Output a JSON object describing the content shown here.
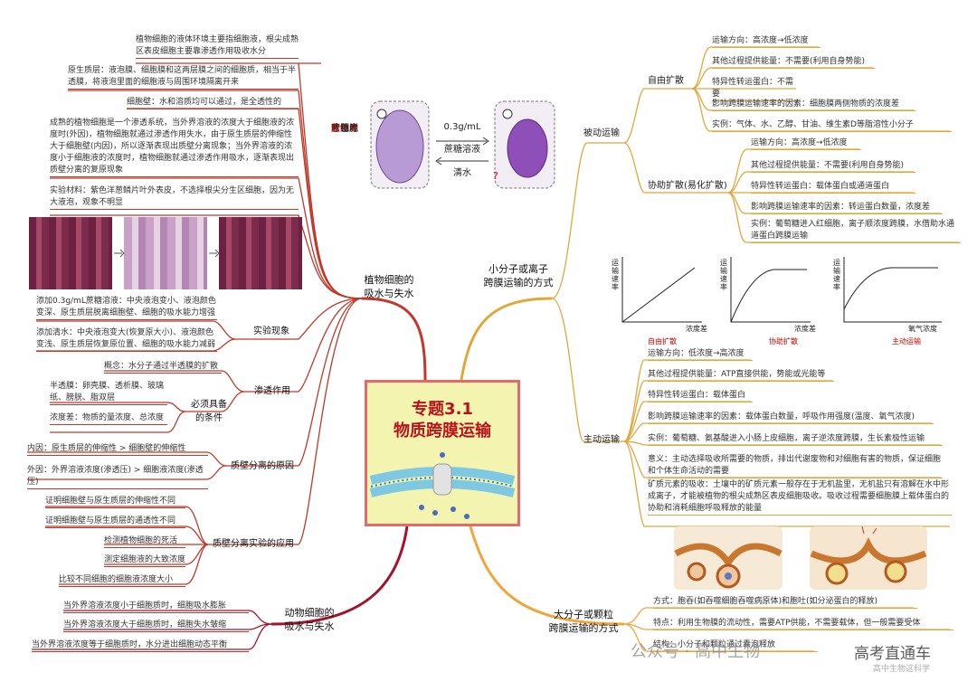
{
  "center": {
    "line1": "专题3.1",
    "line2": "物质跨膜运输"
  },
  "plant": {
    "label_a": "植物细胞的",
    "label_b": "吸水与失水",
    "notes": [
      "植物细胞的液体环境主要指细胞液，根尖成熟区表皮细胞主要靠渗透作用吸收水分",
      "原生质层：液泡膜、细胞膜和这两层膜之间的细胞质，相当于半透膜，将液泡里面的细胞液与周围环境隔离开来",
      "细胞壁：水和溶质均可以通过，是全透性的",
      "成熟的植物细胞是一个渗透系统，当外界溶液的浓度大于细胞液的浓度时(外因)，植物细胞就通过渗透作用失水，由于原生质层的伸缩性大于细胞壁(内因)，所以逐渐表现出质壁分离现象；当外界溶液的浓度小于细胞液的浓度时，植物细胞就通过渗透作用吸水，逐渐表现出质壁分离的复原现象",
      "实验材料：紫色洋葱鳞片叶外表皮，不选择根尖分生区细胞，因为无大液泡，观象不明显"
    ],
    "diagram": {
      "cell_caption": [
        "紫色洋",
        "葱鳞片",
        "叶",
        "外表",
        "皮",
        "细胞"
      ],
      "conc": "0.3g/mL",
      "solution": "蔗糖溶液",
      "water": "清水",
      "question": "?"
    },
    "experiment": {
      "label": "实验现象",
      "items": [
        "添加0.3g/mL蔗糖溶液：中央液泡变小、液泡颜色变深、原生质层脱离细胞壁、细胞的吸水能力增强",
        "添加清水：中央液泡变大(恢复原大小)、液泡颜色变浅、原生质层恢复原位置、细胞的吸水能力减弱"
      ]
    },
    "osmosis": {
      "label": "渗透作用",
      "concept": "概念：水分子通过半透膜的扩散",
      "conditions_label_a": "必须具备",
      "conditions_label_b": "的条件",
      "conditions": [
        "半透膜：卵壳膜、透析膜、玻璃纸、膀胱、脂双层",
        "浓度差：物质的量浓度、总浓度"
      ]
    },
    "reasons": {
      "label": "质壁分离的原因",
      "items": [
        "内因：原生质层的伸缩性 > 细胞壁的伸缩性",
        "外因：外界溶液浓度(渗透压) > 细胞液浓度(渗透压)"
      ]
    },
    "applications": {
      "label": "质壁分离实验的应用",
      "items": [
        "证明细胞壁与原生质层的伸缩性不同",
        "证明细胞壁与原生质层的通透性不同",
        "检测植物细胞的死活",
        "测定细胞液的大致浓度",
        "比较不同细胞的细胞液浓度大小"
      ]
    }
  },
  "animal": {
    "label_a": "动物细胞的",
    "label_b": "吸水与失水",
    "items": [
      "当外界溶液浓度小于细胞质时，细胞吸水膨胀",
      "当外界溶液浓度大于细胞质时，细胞失水皱缩",
      "当外界溶液浓度等于细胞质时，水分进出细胞动态平衡"
    ]
  },
  "small": {
    "label_a": "小分子或离子",
    "label_b": "跨膜运输的方式",
    "passive": {
      "label": "被动运输",
      "free": {
        "label": "自由扩散",
        "items": [
          "运输方向：高浓度→低浓度",
          "其他过程提供能量：不需要(利用自身势能)",
          "特异性转运蛋白：不需要",
          "影响跨膜运输速率的因素：细胞膜两侧物质的浓度差",
          "实例：气体、水、乙醇、甘油、维生素D等脂溶性小分子"
        ]
      },
      "facilitated": {
        "label": "协助扩散(易化扩散)",
        "items": [
          "运输方向：高浓度→低浓度",
          "其他过程提供能量：不需要(利用自身势能)",
          "特异性转运蛋白：载体蛋白或通道蛋白",
          "影响跨膜运输速率的因素：转运蛋白数量，浓度差",
          "实例：葡萄糖进入红细胞，离子顺浓度跨膜，水借助水通道蛋白跨膜运输"
        ]
      }
    },
    "graphs": [
      {
        "ylabel": "运输速率",
        "xlabel": "浓度差",
        "caption": "自由扩散",
        "shape": "linear"
      },
      {
        "ylabel": "运输速率",
        "xlabel": "浓度差",
        "caption": "协助扩散",
        "shape": "saturating"
      },
      {
        "ylabel": "运输速率",
        "xlabel": "氧气浓度",
        "caption": "主动运输",
        "shape": "saturating-offset"
      }
    ],
    "active": {
      "label": "主动运输",
      "items": [
        "运输方向：低浓度→高浓度",
        "其他过程提供能量：ATP直接供能，势能或光能等",
        "特异性转运蛋白：载体蛋白",
        "影响跨膜运输速率的因素：载体蛋白数量，呼吸作用强度(温度、氧气浓度)",
        "实例：葡萄糖、氨基酸进入小肠上皮细胞，离子逆浓度跨膜，生长素极性运输",
        "意义：主动选择吸收所需要的物质，排出代谢废物和对细胞有害的物质，保证细胞和个体生命活动的需要",
        "矿质元素的吸收：土壤中的矿质元素一般存在于无机盐里，无机盐只有溶解在水中形成离子，才能被植物的根尖成熟区表皮细胞吸收。吸收过程需要细胞膜上载体蛋白的协助和消耗细胞呼吸释放的能量"
      ]
    }
  },
  "large": {
    "label_a": "大分子或颗粒",
    "label_b": "跨膜运输的方式",
    "items": [
      "方式：胞吞(如吞噬细胞吞噬病原体)和胞吐(如分泌蛋白的释放)",
      "特点：利用生物膜的流动性，需要ATP供能，不需要载体，但一般需要受体",
      "结构：小分子和颗粒通过囊泡释放"
    ]
  },
  "watermark": {
    "main": "公众号 · 高中生物",
    "brand": "高考直通车",
    "sub": "高中生物这科学"
  },
  "colors": {
    "plant_branch": "#c0392b",
    "animal_branch": "#a3132a",
    "small_branch": "#e0a83a",
    "large_branch": "#f2a53a",
    "title": "#b8121b"
  }
}
